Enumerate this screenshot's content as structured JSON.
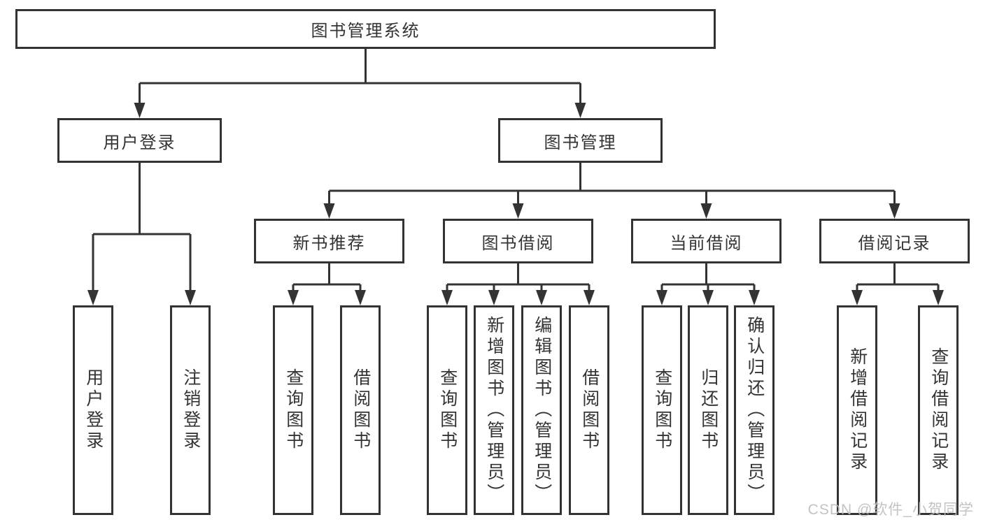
{
  "tree": {
    "label": "图书管理系统",
    "children": [
      {
        "label": "用户登录",
        "children": [
          {
            "label": "用户登录"
          },
          {
            "label": "注销登录"
          }
        ]
      },
      {
        "label": "图书管理",
        "children": [
          {
            "label": "新书推荐",
            "children": [
              {
                "label": "查询图书"
              },
              {
                "label": "借阅图书"
              }
            ]
          },
          {
            "label": "图书借阅",
            "children": [
              {
                "label": "查询图书"
              },
              {
                "label": "新增图书（管理员）"
              },
              {
                "label": "编辑图书（管理员）"
              },
              {
                "label": "借阅图书"
              }
            ]
          },
          {
            "label": "当前借阅",
            "children": [
              {
                "label": "查询图书"
              },
              {
                "label": "归还图书"
              },
              {
                "label": "确认归还（管理员）"
              }
            ]
          },
          {
            "label": "借阅记录",
            "children": [
              {
                "label": "新增借阅记录"
              },
              {
                "label": "查询借阅记录"
              }
            ]
          }
        ]
      }
    ]
  },
  "watermark": {
    "text": "CSDN @软件_小贺同学"
  },
  "colors": {
    "line": "#333333",
    "box_border": "#333333",
    "text": "#333333",
    "watermark": "#bdbdbd",
    "background": "#ffffff"
  }
}
